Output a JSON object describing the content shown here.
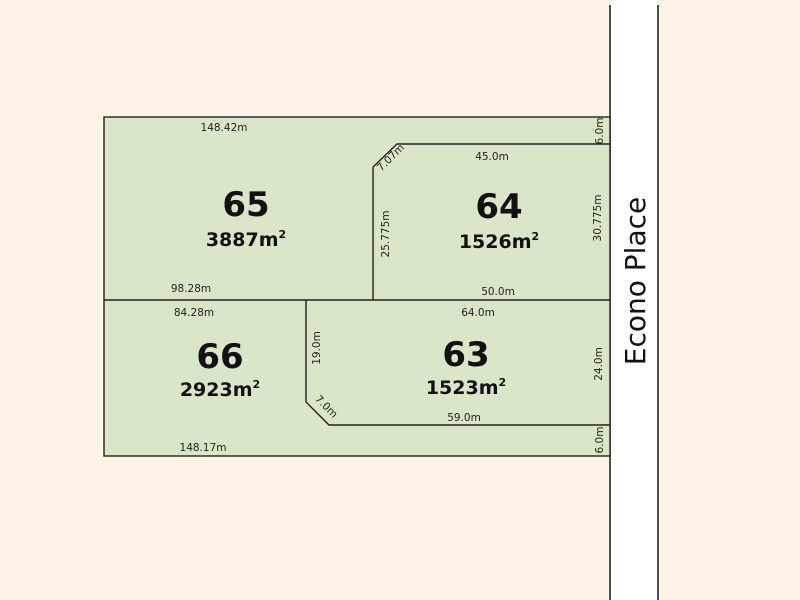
{
  "colors": {
    "background": "#fdf3e7",
    "lot_fill": "#d9e7c8",
    "road_fill": "#ffffff",
    "boundary": "#222222"
  },
  "road": {
    "name": "Econo Place"
  },
  "lots": [
    {
      "number": "65",
      "area": "3887m",
      "area_sup": "2"
    },
    {
      "number": "64",
      "area": "1526m",
      "area_sup": "2"
    },
    {
      "number": "66",
      "area": "2923m",
      "area_sup": "2"
    },
    {
      "number": "63",
      "area": "1523m",
      "area_sup": "2"
    }
  ],
  "dimensions": {
    "lot65_top": "148.42m",
    "lot65_bottom": "98.28m",
    "lot65_frontage": "6.0m",
    "lot64_chamfer": "7.07m",
    "lot64_top": "45.0m",
    "lot64_left": "25.775m",
    "lot64_right": "30.775m",
    "lot64_bottom": "50.0m",
    "lot66_top": "84.28m",
    "lot66_bottom": "148.17m",
    "lot63_top": "64.0m",
    "lot63_left": "19.0m",
    "lot63_chamfer": "7.0m",
    "lot63_bottom": "59.0m",
    "lot63_right": "24.0m",
    "lot66_frontage": "6.0m"
  }
}
